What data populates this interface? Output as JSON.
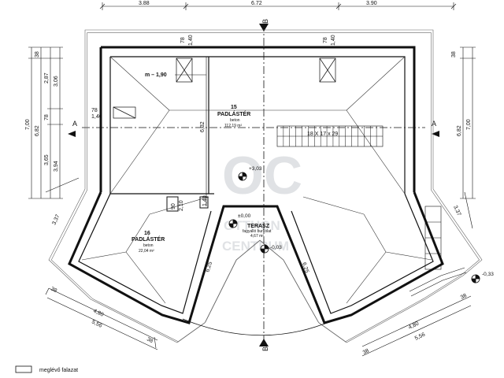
{
  "dimensions": {
    "top": [
      "3.88",
      "6.72",
      "3.90"
    ],
    "left_outer": "7,00",
    "left_mid": "6,82",
    "left_inner_a": [
      "2,87",
      "78",
      "3,65"
    ],
    "left_inner_b": [
      "3,06",
      "3,94"
    ],
    "left_small": "38",
    "right_outer": "7,00",
    "right_mid": "6,82",
    "right_small": "38",
    "roof_openings": [
      "78",
      "1,40",
      "78",
      "1,40"
    ],
    "left_window": [
      "78",
      "1,40"
    ],
    "slope": "m – 1,90",
    "stair": "18 X 17 x 29",
    "wall_h": [
      "2,10",
      "90",
      "1,40"
    ],
    "center_a": "6,32",
    "wing_left": [
      "3,37",
      "6,25"
    ],
    "wing_right": [
      "3,37",
      "6,25"
    ],
    "bottom_left": [
      "38",
      "4,80",
      "5,56",
      "38"
    ],
    "bottom_right": [
      "38",
      "4,80",
      "5,56",
      "38"
    ]
  },
  "sections": {
    "a": "A",
    "b": "B"
  },
  "rooms": [
    {
      "number": "15",
      "name": "PADLÁSTÉR",
      "material": "beton",
      "area": "112,19 m²"
    },
    {
      "number": "16",
      "name": "PADLÁSTÉR",
      "material": "beton",
      "area": "22,04 m²"
    },
    {
      "number": "",
      "name": "TERASZ",
      "material": "fagyalló burkolat",
      "area": "4,67 m²"
    }
  ],
  "levels": [
    "+3,03",
    "±0,00",
    "-0,03",
    "-0,33"
  ],
  "watermark": {
    "logo": "OC",
    "line1": "OTTHON",
    "line2": "CENTRUM"
  },
  "legend": {
    "label": "meglévő falazat"
  },
  "colors": {
    "line": "#111111",
    "light": "#666666",
    "watermark": "#c8ccd0"
  }
}
